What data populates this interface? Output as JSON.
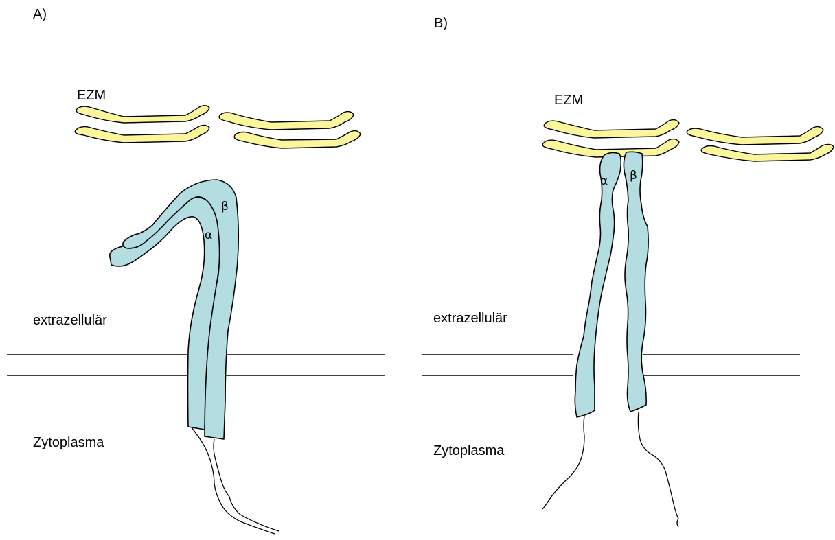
{
  "panels": [
    {
      "id": "A",
      "panel_label": "A)",
      "ecm_label": "EZM",
      "extracellular_label": "extrazellulär",
      "cytoplasm_label": "Zytoplasma",
      "alpha_label": "α",
      "beta_label": "β",
      "state": "bent"
    },
    {
      "id": "B",
      "panel_label": "B)",
      "ecm_label": "EZM",
      "extracellular_label": "extrazellulär",
      "cytoplasm_label": "Zytoplasma",
      "alpha_label": "α",
      "beta_label": "β",
      "state": "extended"
    }
  ],
  "colors": {
    "ecm_fiber": "#fbf59b",
    "integrin_subunit": "#b4dde1",
    "outline": "#000000"
  }
}
